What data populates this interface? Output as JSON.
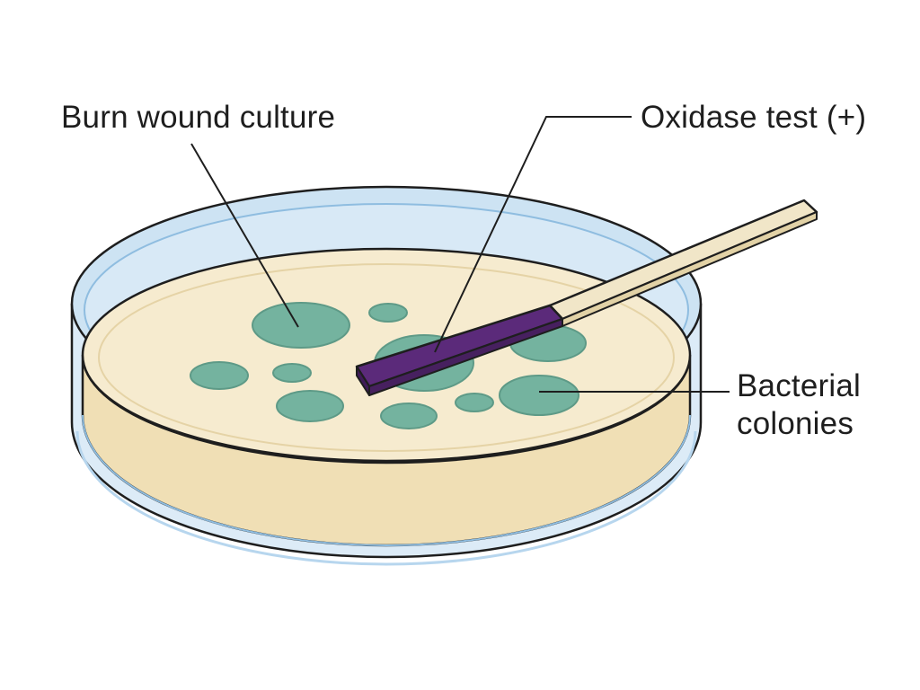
{
  "labels": {
    "burn_wound_culture": "Burn wound culture",
    "oxidase_test": "Oxidase test (+)",
    "bacterial_colonies_line1": "Bacterial",
    "bacterial_colonies_line2": "colonies"
  },
  "colors": {
    "outline": "#1e1e1e",
    "dish_glass": "#cde3f3",
    "dish_glass_edge": "#8fbde0",
    "agar_top": "#f6ebcf",
    "agar_side": "#f0dfb5",
    "colony_fill": "#74b39f",
    "colony_edge": "#5e9a87",
    "strip_wood": "#f1e6c8",
    "strip_reagent": "#5b2a7a"
  }
}
